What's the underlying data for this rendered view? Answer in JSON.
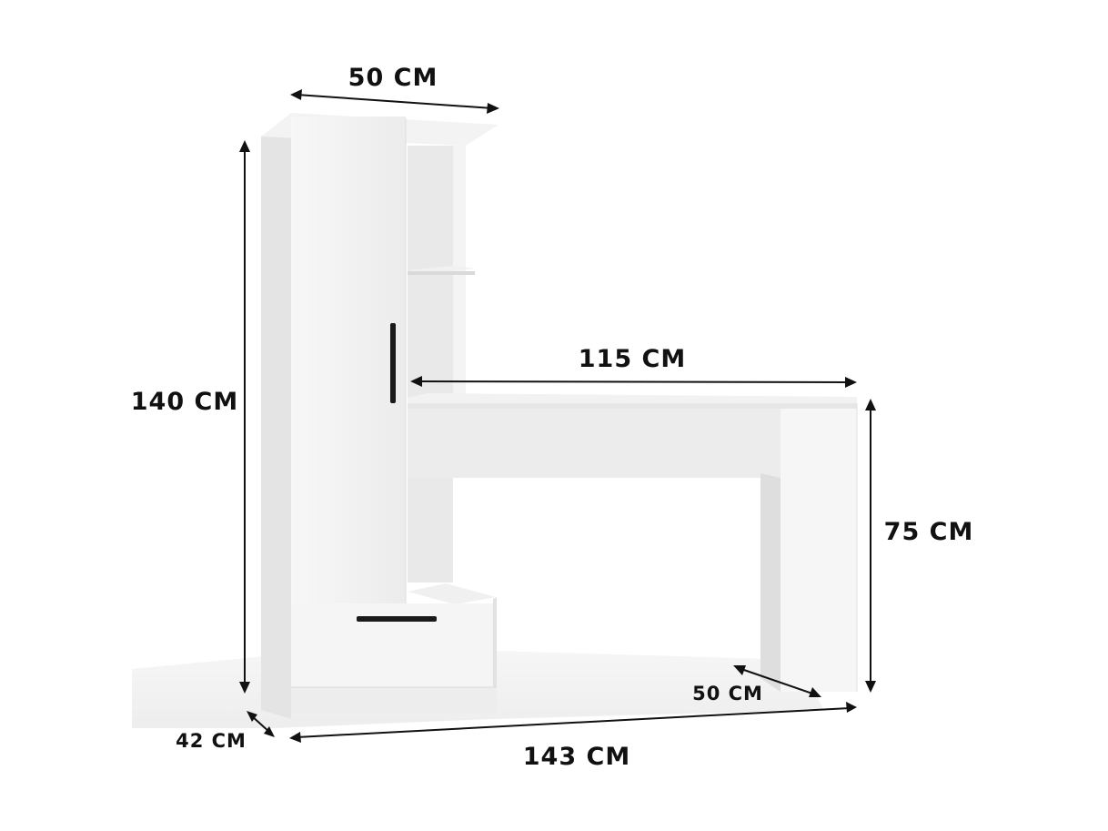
{
  "dimensions": {
    "top_width": "50 CM",
    "total_height": "140 CM",
    "desk_width": "115 CM",
    "desk_height": "75 CM",
    "desk_depth": "50 CM",
    "cabinet_depth": "42 CM",
    "total_width": "143 CM"
  },
  "colors": {
    "panel_light": "#f6f6f6",
    "panel_mid": "#ececec",
    "panel_dark": "#dcdcdc",
    "handle": "#1a1a1a",
    "line": "#111111",
    "shadow": "#ededed"
  }
}
